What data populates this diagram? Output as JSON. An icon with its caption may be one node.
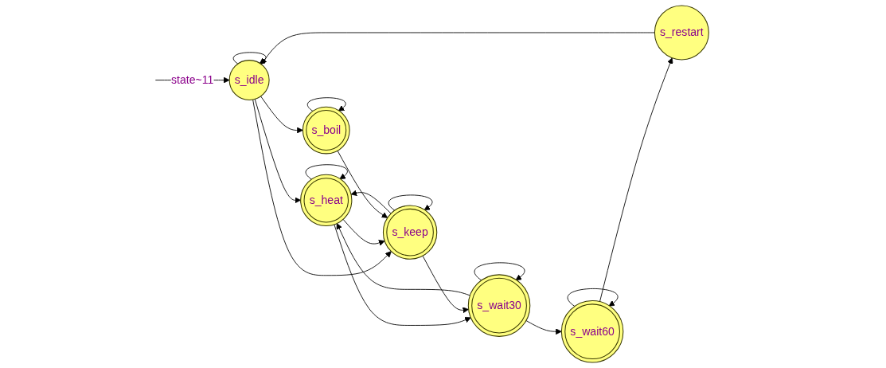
{
  "diagram": {
    "nodes": [
      {
        "text": [
          "s_idle"
        ]
      },
      {
        "text": [
          "s_heat"
        ]
      },
      {
        "text": [
          "s_keep"
        ]
      },
      {
        "text": [
          "s_boil"
        ]
      },
      {
        "text": [
          "s_wait30"
        ]
      },
      {
        "text": [
          "s_wait60"
        ]
      },
      {
        "text": [
          "s_restart"
        ]
      }
    ],
    "edges": [
      {
        "from": null,
        "to": 0,
        "arrow": "to",
        "label": "state~11"
      },
      {
        "from": 0,
        "to": 0,
        "arrow": "to"
      },
      {
        "from": 0,
        "to": 1,
        "arrow": "to"
      },
      {
        "from": 0,
        "to": 2,
        "arrow": "to"
      },
      {
        "from": 0,
        "to": 3,
        "arrow": "to"
      },
      {
        "from": 1,
        "to": 1,
        "arrow": "to"
      },
      {
        "from": 1,
        "to": 2,
        "arrow": "to"
      },
      {
        "from": 1,
        "to": 4,
        "arrow": "to"
      },
      {
        "from": 2,
        "to": 2,
        "arrow": "to"
      },
      {
        "from": 2,
        "to": 1,
        "arrow": "to"
      },
      {
        "from": 2,
        "to": 4,
        "arrow": "to"
      },
      {
        "from": 3,
        "to": 3,
        "arrow": "to"
      },
      {
        "from": 3,
        "to": 2,
        "arrow": "to"
      },
      {
        "from": 4,
        "to": 4,
        "arrow": "to"
      },
      {
        "from": 4,
        "to": 1,
        "arrow": "to"
      },
      {
        "from": 4,
        "to": 5,
        "arrow": "to"
      },
      {
        "from": 5,
        "to": 5,
        "arrow": "to"
      },
      {
        "from": 5,
        "to": 6,
        "arrow": "to"
      },
      {
        "from": 6,
        "to": 0,
        "arrow": "to"
      }
    ]
  }
}
